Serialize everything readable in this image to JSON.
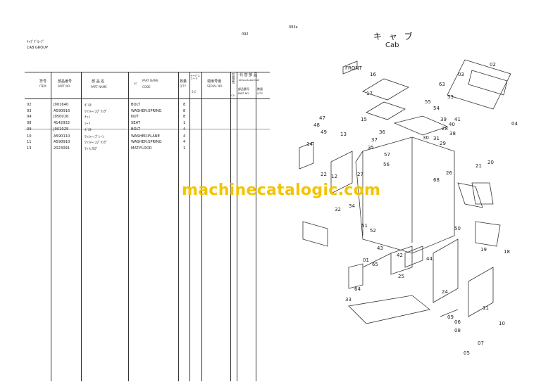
{
  "left_page": {
    "page_no": "092",
    "group_jp": "ｷｬﾌﾞｸﾞﾙｰﾌﾟ",
    "group_en": "CAB GROUP",
    "headers": {
      "item_jp": "符号",
      "item_en": "ITEM",
      "partno_jp": "部品番号",
      "partno_en": "PART NO.",
      "name_jp": "部 品 名",
      "name_en": "PART NAME",
      "or": "or",
      "name2_en": "PART NAME",
      "code": "CODE",
      "qty_jp": "数量",
      "qty_en": "Q'TY",
      "sc_jp": "サービスコード",
      "sc_en": "S.C",
      "serial_jp": "適用号機",
      "serial_en": "SERIAL NO.",
      "ica_jp": "互換性",
      "ica_en": "ICA",
      "repl_jp": "代 替 部 品",
      "repl_en": "REPLACEABLE PART",
      "repl_partno_jp": "部品番号",
      "repl_partno_en": "PART NO.",
      "repl_qty_jp": "数量",
      "repl_qty_en": "Q'TY"
    },
    "rows": [
      {
        "item": "02",
        "part_no": "J901640",
        "name_jp": "ﾎﾞﾙﾄ",
        "name_en": "BOLT",
        "qty": "8"
      },
      {
        "item": "03",
        "part_no": "A590916",
        "name_jp": "ﾜｯｼｬｰ:ｽﾌﾟﾘﾝｸﾞ",
        "name_en": "WASHER:SPRING",
        "qty": "8"
      },
      {
        "item": "04",
        "part_no": "J950016",
        "name_jp": "ﾅｯﾄ",
        "name_en": "NUT",
        "qty": "8"
      },
      {
        "item": "08",
        "part_no": "4142932",
        "name_jp": "ｼｰﾄ",
        "name_en": "SEAT",
        "qty": "1"
      },
      {
        "item": "09",
        "part_no": "J901025",
        "name_jp": "ﾎﾞﾙﾄ",
        "name_en": "BOLT",
        "qty": "4"
      },
      {
        "item": "10",
        "part_no": "A590110",
        "name_jp": "ﾜｯｼｬｰ:ﾌﾟﾚｰﾝ",
        "name_en": "WASHER:PLANE",
        "qty": "4"
      },
      {
        "item": "11",
        "part_no": "A590910",
        "name_jp": "ﾜｯｼｬｰ:ｽﾌﾟﾘﾝｸﾞ",
        "name_en": "WASHER:SPRING",
        "qty": "4"
      },
      {
        "item": "13",
        "part_no": "2023091",
        "name_jp": "ﾏｯﾄ:ﾌﾛｱ",
        "name_en": "MAT:FLOOR",
        "qty": "1"
      }
    ]
  },
  "right_page": {
    "page_no": "093a",
    "title_jp": "キ ャ ブ",
    "title_en": "Cab",
    "front": "FRONT",
    "callouts": [
      "16",
      "17",
      "15",
      "13",
      "14",
      "12",
      "22",
      "21",
      "20",
      "18",
      "19",
      "50",
      "51",
      "52",
      "43",
      "42",
      "44",
      "01",
      "65",
      "64",
      "33",
      "25",
      "24",
      "11",
      "10",
      "09",
      "06",
      "08",
      "07",
      "05",
      "02",
      "03",
      "04",
      "63",
      "53",
      "55",
      "54",
      "39",
      "40",
      "41",
      "28",
      "38",
      "29",
      "31",
      "30",
      "36",
      "37",
      "35",
      "57",
      "56",
      "27",
      "26",
      "68",
      "47",
      "48",
      "49",
      "32",
      "34"
    ]
  },
  "watermark": "machinecatalogic.com"
}
